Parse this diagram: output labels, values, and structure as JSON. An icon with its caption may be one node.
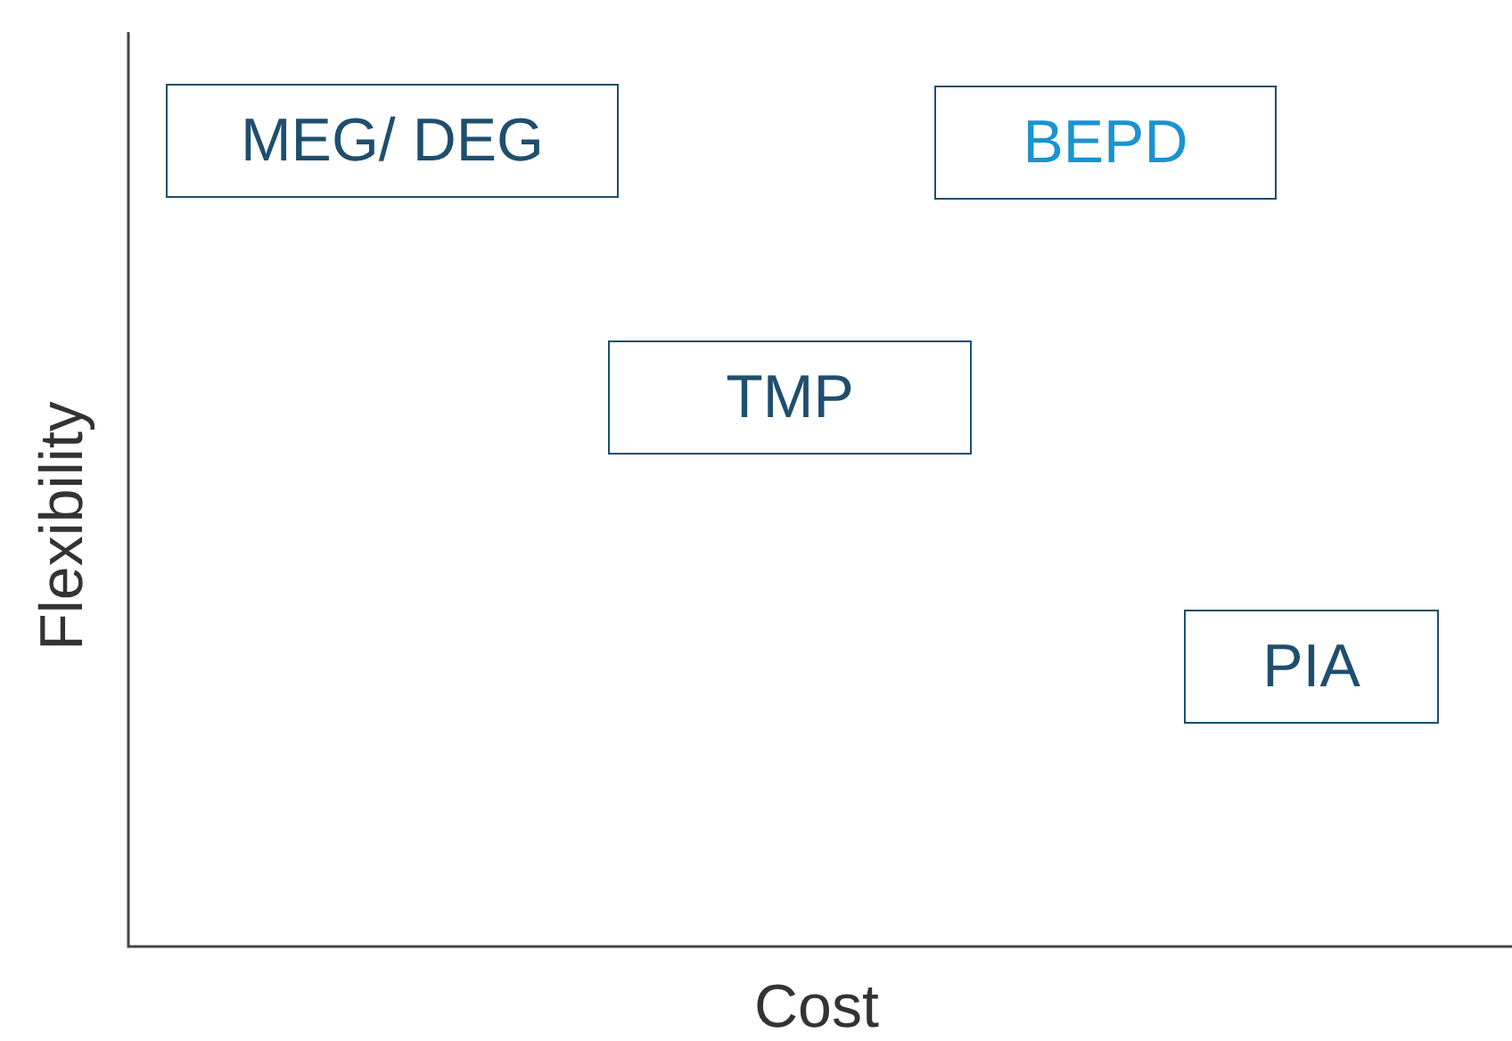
{
  "diagram": {
    "nodes": [
      {
        "text": [
          "MEG/ DEG"
        ]
      },
      {
        "text": [
          "BEPD"
        ]
      },
      {
        "text": [
          "TMP"
        ]
      },
      {
        "text": [
          "PIA"
        ]
      }
    ],
    "labels": [
      "Flexibility",
      "Cost"
    ]
  }
}
